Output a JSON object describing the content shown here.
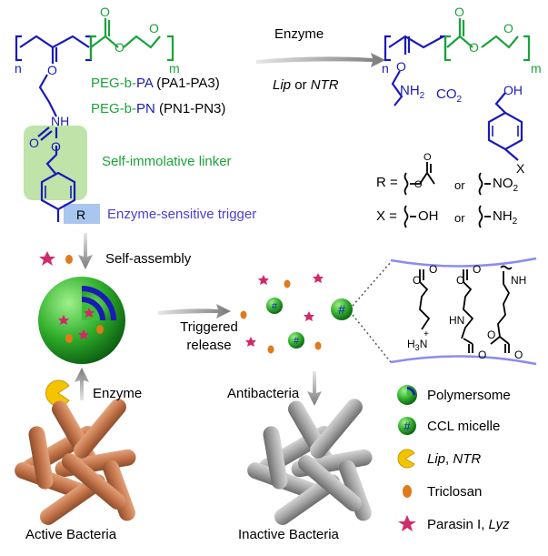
{
  "reaction": {
    "n_label": "n",
    "m_label": "m",
    "arrow_top_label": "Enzyme",
    "arrow_bottom_lip": "Lip",
    "arrow_bottom_or": " or ",
    "arrow_bottom_ntr": "NTR",
    "nh_label": "NH",
    "nh2_label": "NH",
    "nh2_sub": "2",
    "oh_label": "OH",
    "co2_label": "CO",
    "co2_sub": "2",
    "x_label": "X",
    "r_label": "R",
    "o_label": "O"
  },
  "polymers": {
    "pa_peg": "PEG",
    "pa_b": "-b-",
    "pa_name": "PA",
    "pa_range": " (PA1-PA3)",
    "pn_peg": "PEG",
    "pn_b": "-b-",
    "pn_name": "PN",
    "pn_range": " (PN1-PN3)"
  },
  "labels": {
    "linker": "Self-immolative linker",
    "trigger": "Enzyme-sensitive trigger",
    "r_eq": "R =",
    "x_eq": "X =",
    "or1": "or",
    "or2": "or",
    "r_opt2": "NO",
    "r_opt2_sub": "2",
    "x_opt1": "OH",
    "x_opt2": "NH",
    "x_opt2_sub": "2",
    "self_assembly": "Self-assembly",
    "triggered_release_1": "Triggered",
    "triggered_release_2": "release",
    "enzyme_bottom": "Enzyme",
    "antibacteria": "Antibacteria",
    "active_bacteria": "Active Bacteria",
    "inactive_bacteria": "Inactive Bacteria",
    "h3n": "H",
    "h3n_sub": "3",
    "h3n_n": "N",
    "hn": "HN"
  },
  "legend": {
    "polymersome": "Polymersome",
    "ccl": "CCL micelle",
    "enzyme_lip": "Lip",
    "enzyme_sep": ", ",
    "enzyme_ntr": "NTR",
    "triclosan": "Triclosan",
    "parasin": "Parasin I, ",
    "lyz": "Lyz"
  },
  "colors": {
    "green": "#1aa33a",
    "blue": "#1a1ab8",
    "purple": "#4b3fd6",
    "linker_box": "#bfe3a8",
    "trigger_box": "#a9c6ee",
    "parasin": "#d02a6a",
    "triclosan": "#e07a1a",
    "active_bacteria": "#c87a52",
    "inactive_bacteria": "#9a9a9a"
  }
}
